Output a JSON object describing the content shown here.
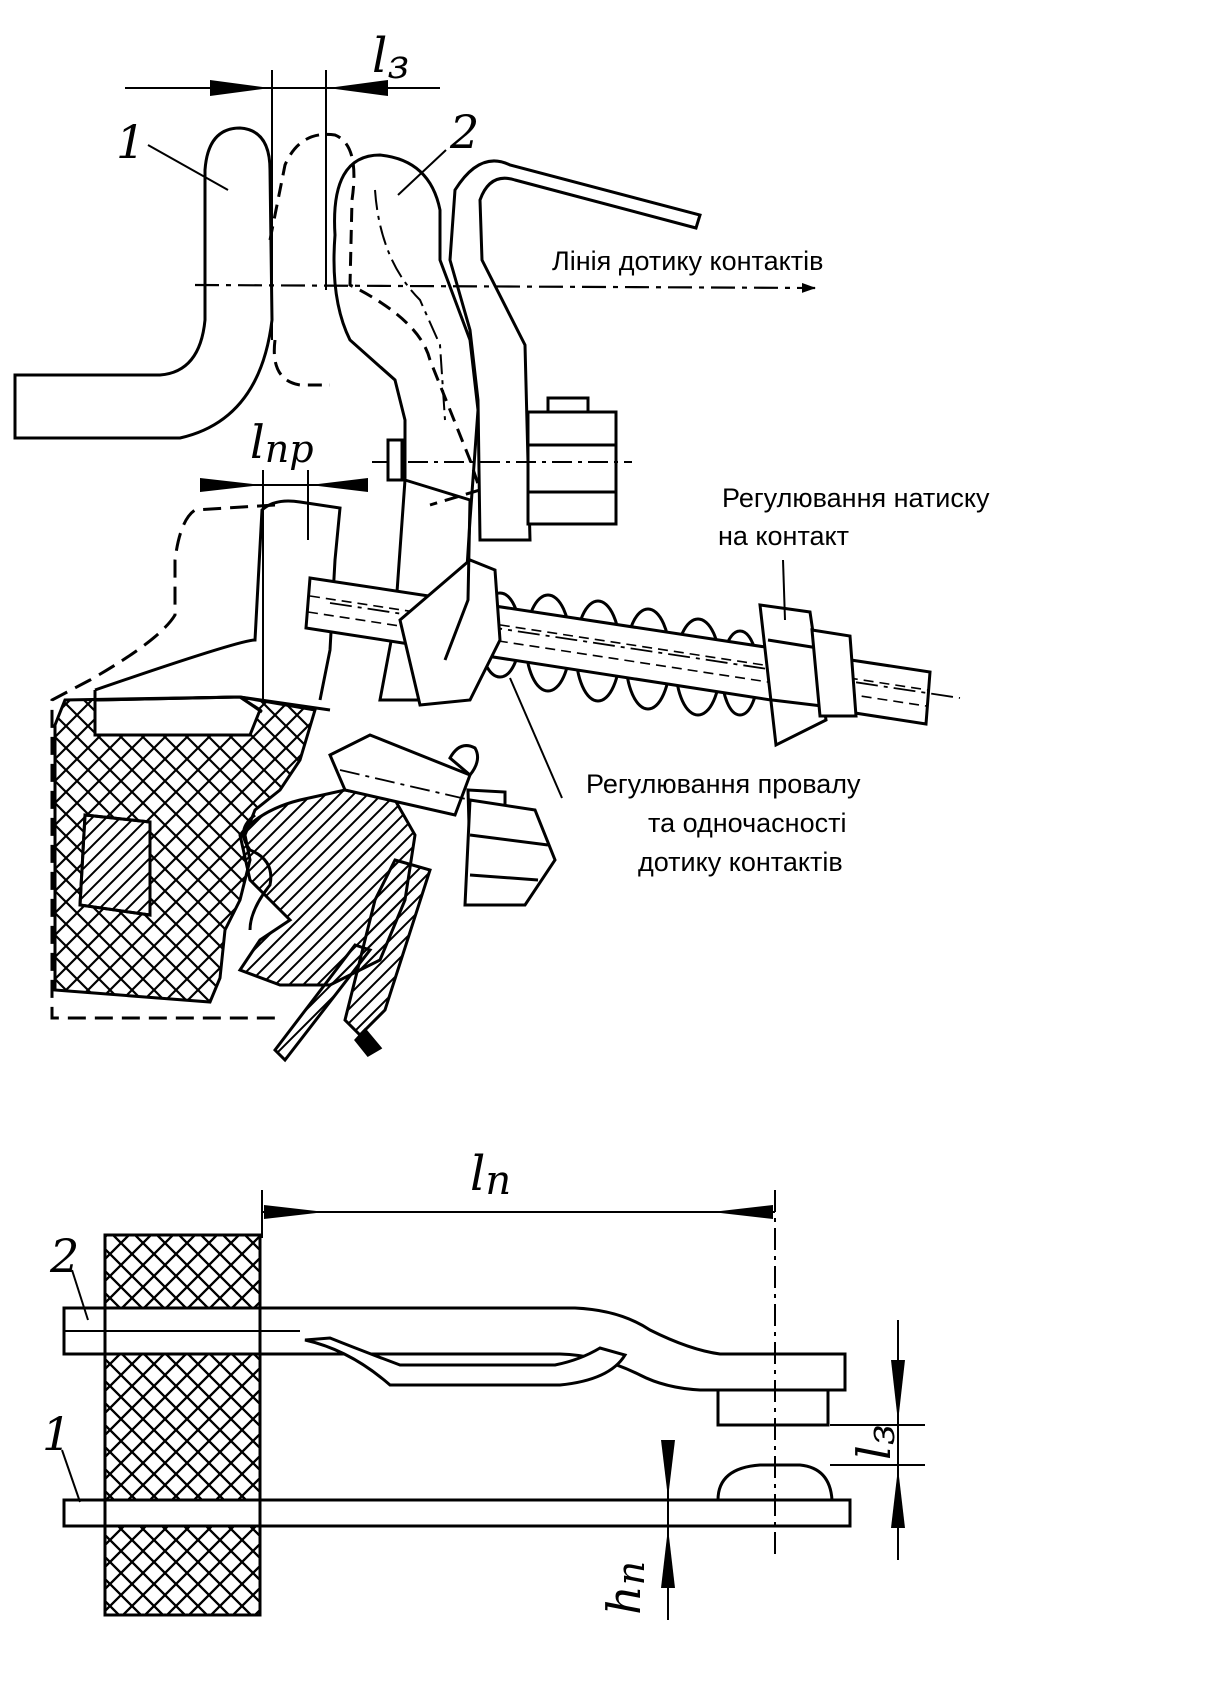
{
  "top_figure": {
    "part_1": "1",
    "part_2": "2",
    "dim_gap_symbol": "l",
    "dim_gap_sub": "з",
    "dim_press_symbol": "l",
    "dim_press_sub": "пр",
    "contact_line_label": "Лінія дотику контактів",
    "pressure_adj_line1": "Регулювання натиску",
    "pressure_adj_line2": "на контакт",
    "dip_adj_line1": "Регулювання провалу",
    "dip_adj_line2": "та одночасності",
    "dip_adj_line3": "дотику контактів"
  },
  "bottom_figure": {
    "part_2": "2",
    "part_1": "1",
    "dim_len_symbol": "l",
    "dim_len_sub": "п",
    "dim_gap_symbol": "l",
    "dim_gap_sub": "з",
    "dim_h_symbol": "h",
    "dim_h_sub": "п"
  },
  "colors": {
    "ink": "#000000",
    "paper": "#ffffff"
  }
}
